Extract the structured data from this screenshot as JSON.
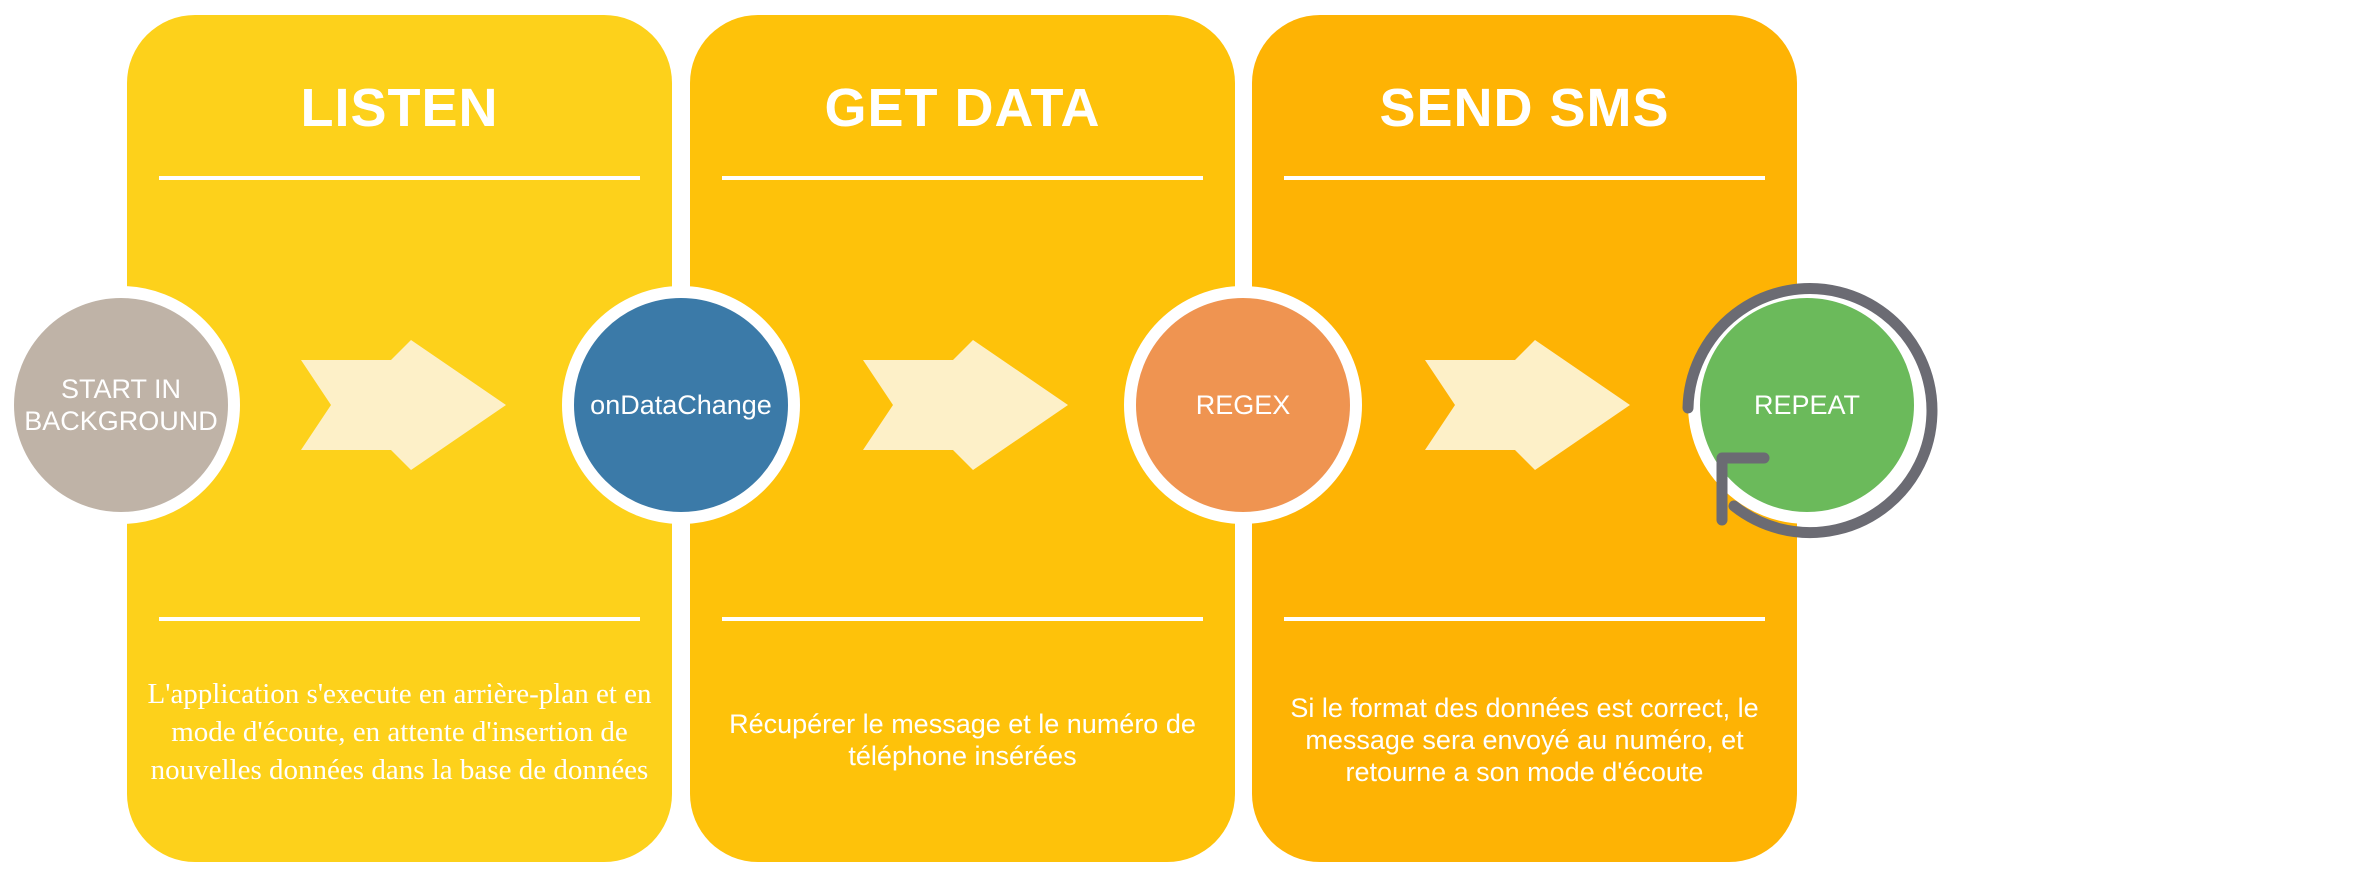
{
  "panels": [
    {
      "title": "LISTEN",
      "description": "L'application s'execute en arrière-plan et en mode d'écoute, en attente d'insertion de nouvelles données dans la base de données"
    },
    {
      "title": "GET DATA",
      "description": "Récupérer le message et le numéro de téléphone insérées"
    },
    {
      "title": "SEND SMS",
      "description": "Si le format des données est correct, le message sera envoyé au numéro, et retourne a son mode d'écoute"
    }
  ],
  "nodes": {
    "start": "START IN BACKGROUND",
    "on_data_change": "onDataChange",
    "regex": "REGEX",
    "repeat": "REPEAT"
  },
  "colors": {
    "listen_panel": "#fdd11b",
    "get_data_panel": "#fec20a",
    "send_sms_panel": "#feb304",
    "start_node": "#bfb3a7",
    "on_data_change_node": "#3b7aa8",
    "regex_node": "#ef9451",
    "repeat_node": "#6bba5b",
    "arrow": "#fdf0c8",
    "repeat_ring": "#6b6b73"
  }
}
